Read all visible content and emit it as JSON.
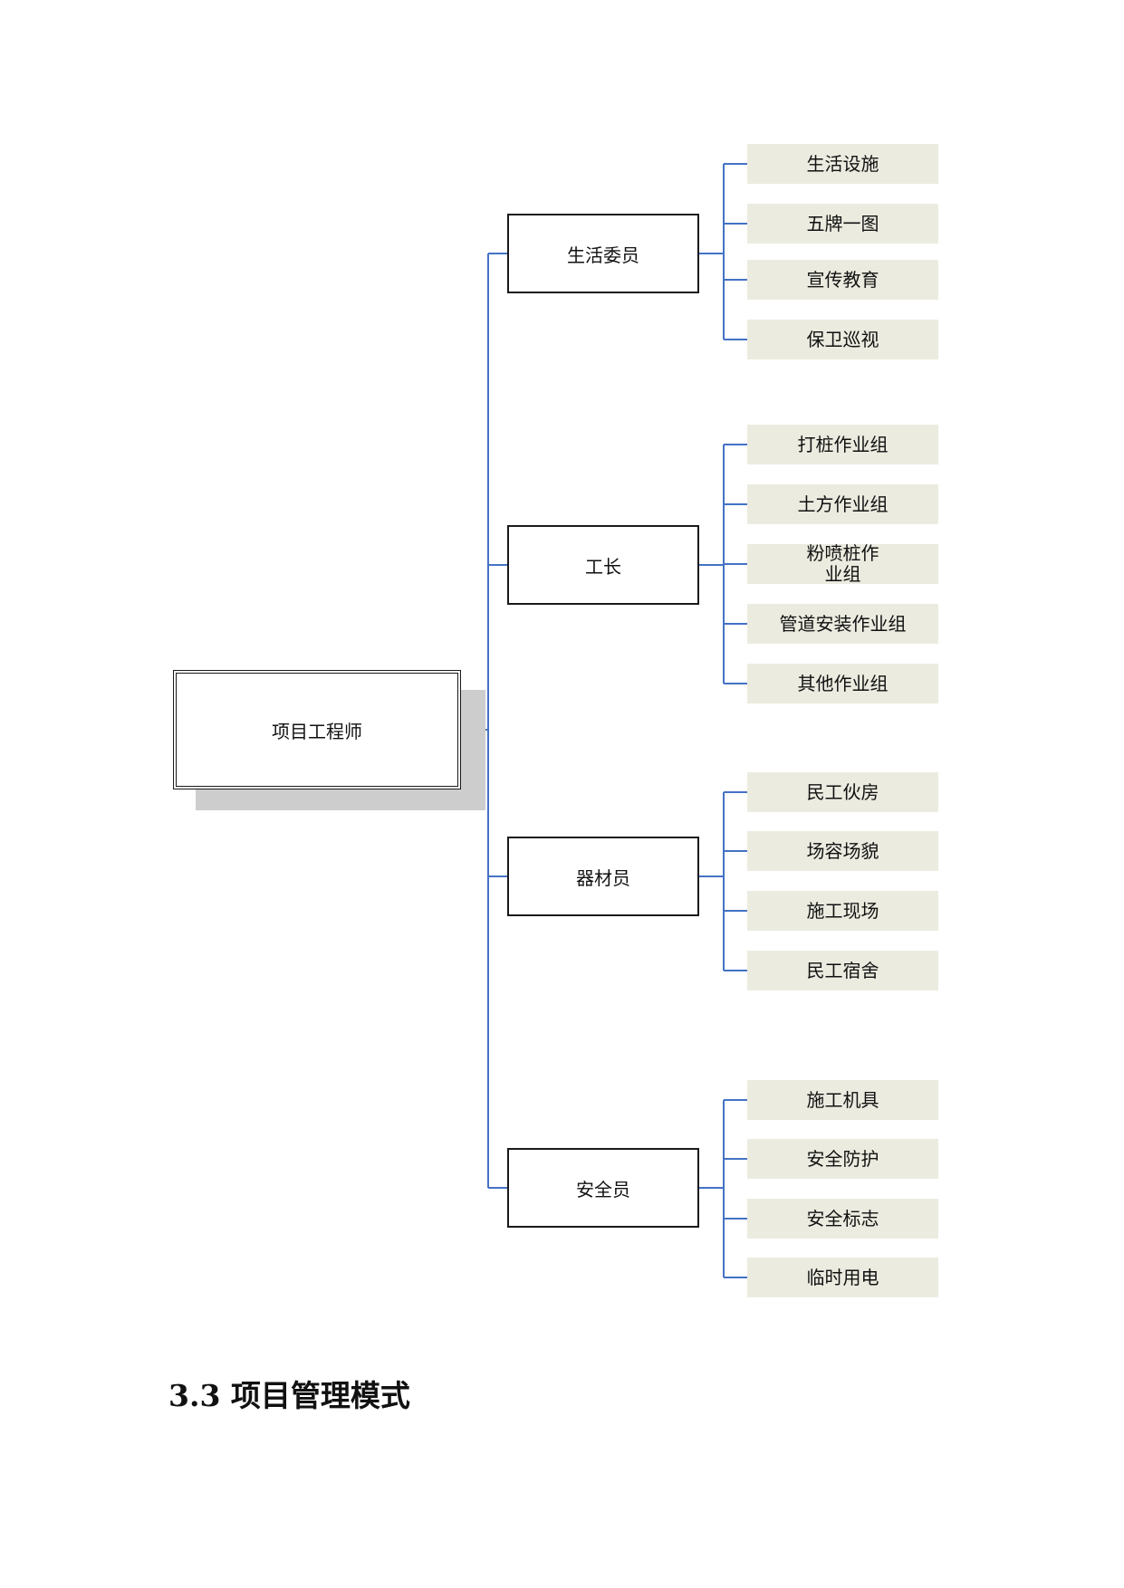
{
  "diagram": {
    "root": {
      "label": "项目工程师"
    },
    "roles": [
      {
        "label": "生活委员",
        "children": [
          "生活设施",
          "五牌一图",
          "宣传教育",
          "保卫巡视"
        ]
      },
      {
        "label": "工长",
        "children": [
          "打桩作业组",
          "土方作业组",
          "粉喷桩作\n业组",
          "管道安装作业组",
          "其他作业组"
        ]
      },
      {
        "label": "器材员",
        "children": [
          "民工伙房",
          "场容场貌",
          "施工现场",
          "民工宿舍"
        ]
      },
      {
        "label": "安全员",
        "children": [
          "施工机具",
          "安全防护",
          "安全标志",
          "临时用电"
        ]
      }
    ],
    "connector_color": "#4472c4",
    "leaf_fill": "#ebebe0"
  },
  "section": {
    "heading": "3.3 项目管理模式"
  }
}
